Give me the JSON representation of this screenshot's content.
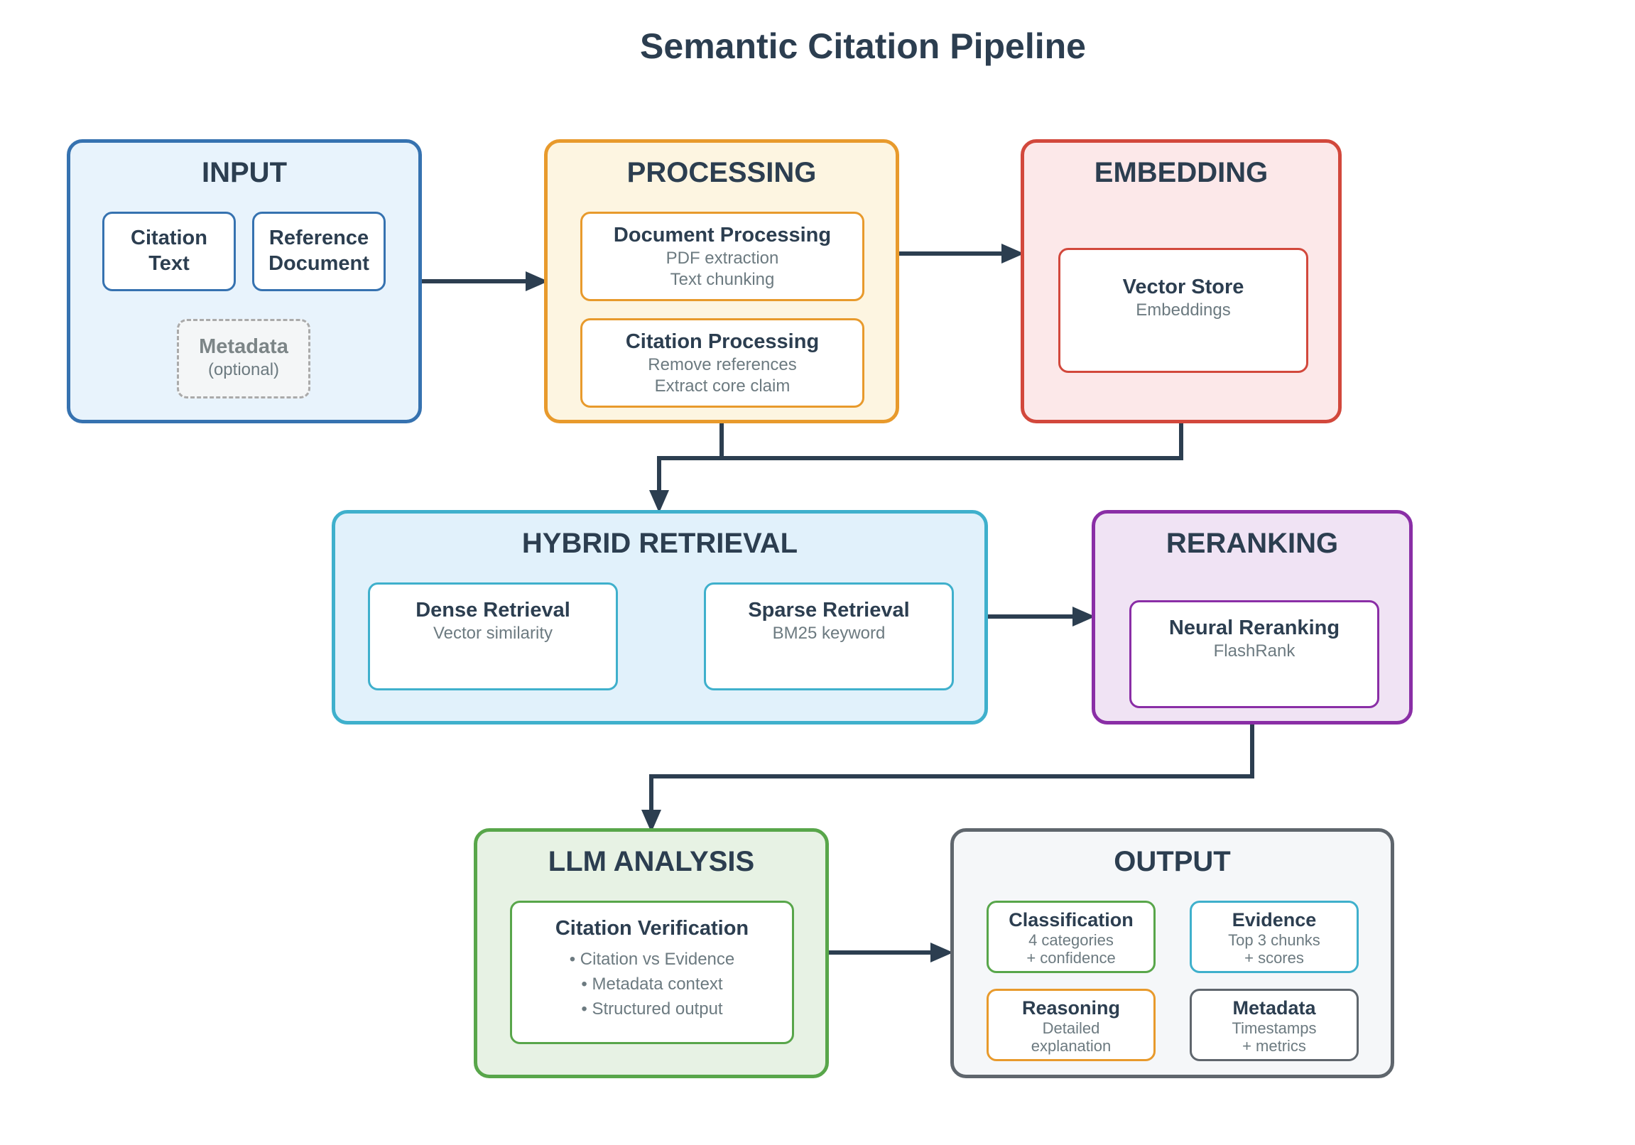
{
  "title": "Semantic Citation Pipeline",
  "colors": {
    "input": "#3672b0",
    "processing": "#e89a2c",
    "embedding": "#d2483c",
    "retrieval": "#3fb0cc",
    "reranking": "#8a2ea6",
    "llm": "#58a64a",
    "output": "#5f666d",
    "connector": "#2c3e50"
  },
  "stages": {
    "input": {
      "label": "INPUT",
      "cards": [
        {
          "title": "Citation Text"
        },
        {
          "title": "Reference Document"
        },
        {
          "title": "Metadata",
          "sub": "(optional)"
        }
      ]
    },
    "processing": {
      "label": "PROCESSING",
      "cards": [
        {
          "title": "Document Processing",
          "lines": [
            "PDF extraction",
            "Text chunking"
          ]
        },
        {
          "title": "Citation Processing",
          "lines": [
            "Remove references",
            "Extract core claim"
          ]
        }
      ]
    },
    "embedding": {
      "label": "EMBEDDING",
      "cards": [
        {
          "title": "Vector Store",
          "sub": "Embeddings"
        }
      ]
    },
    "retrieval": {
      "label": "HYBRID RETRIEVAL",
      "cards": [
        {
          "title": "Dense Retrieval",
          "sub": "Vector similarity"
        },
        {
          "title": "Sparse Retrieval",
          "sub": "BM25 keyword"
        }
      ]
    },
    "reranking": {
      "label": "RERANKING",
      "cards": [
        {
          "title": "Neural Reranking",
          "sub": "FlashRank"
        }
      ]
    },
    "llm": {
      "label": "LLM ANALYSIS",
      "cards": [
        {
          "title": "Citation Verification",
          "lines": [
            "• Citation vs Evidence",
            "• Metadata context",
            "• Structured output"
          ]
        }
      ]
    },
    "output": {
      "label": "OUTPUT",
      "cards": [
        {
          "title": "Classification",
          "lines": [
            "4 categories",
            "+ confidence"
          ]
        },
        {
          "title": "Evidence",
          "lines": [
            "Top 3 chunks",
            "+ scores"
          ]
        },
        {
          "title": "Reasoning",
          "lines": [
            "Detailed",
            "explanation"
          ]
        },
        {
          "title": "Metadata",
          "lines": [
            "Timestamps",
            "+ metrics"
          ]
        }
      ]
    }
  }
}
